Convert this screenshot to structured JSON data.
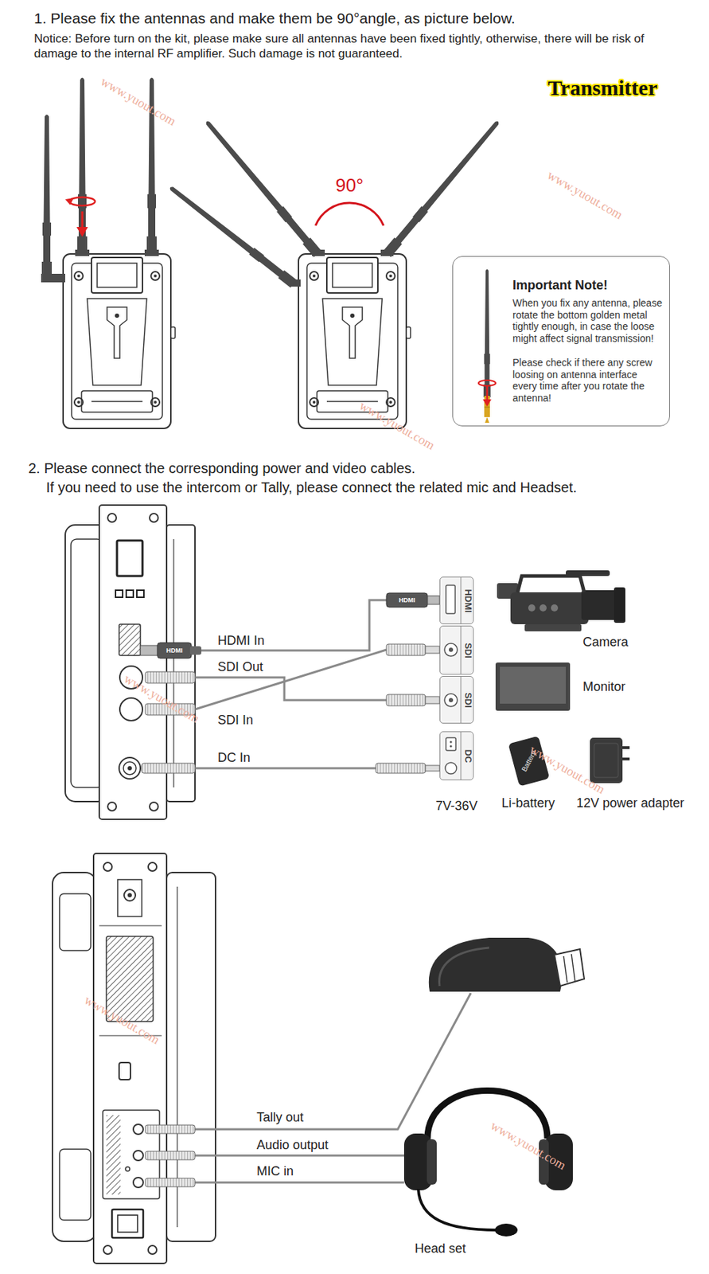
{
  "diagram": {
    "nodes": [
      {
        "text": [
          "Important Note!",
          "When you fix any antenna, please rotate the bottom golden metal tightly enough, in case the loose might affect signal transmission!",
          "Please check if there any screw loosing on antenna interface every time after you rotate the antenna!"
        ]
      },
      {
        "text": [
          "HDMI"
        ]
      },
      {
        "text": [
          "SDI"
        ]
      },
      {
        "text": [
          "SDI"
        ]
      },
      {
        "text": [
          "DC"
        ]
      }
    ],
    "labels": [
      "1. Please fix the antennas and make them be 90°angle, as picture below.",
      "Notice: Before turn on the kit, please make sure all antennas have been fixed tightly, otherwise, there will be risk of damage to the internal RF amplifier. Such damage is not guaranteed.",
      "Transmitter",
      "90°",
      "2. Please connect the corresponding power and video cables.",
      "If you need to use the intercom or Tally, please connect the related mic and Headset.",
      "HDMI",
      "HDMI",
      "HDMI In",
      "SDI Out",
      "SDI In",
      "DC In",
      "Camera",
      "Monitor",
      "Battery",
      "7V-36V",
      "Li-battery",
      "12V power adapter",
      "Tally out",
      "Audio output",
      "MIC in",
      "Head set",
      "www.yuout.com",
      "www.yuout.com",
      "www.yuout.com",
      "www.yuout.com",
      "www.yuout.com",
      "www.yuout.com",
      "www.yuout.com"
    ]
  }
}
